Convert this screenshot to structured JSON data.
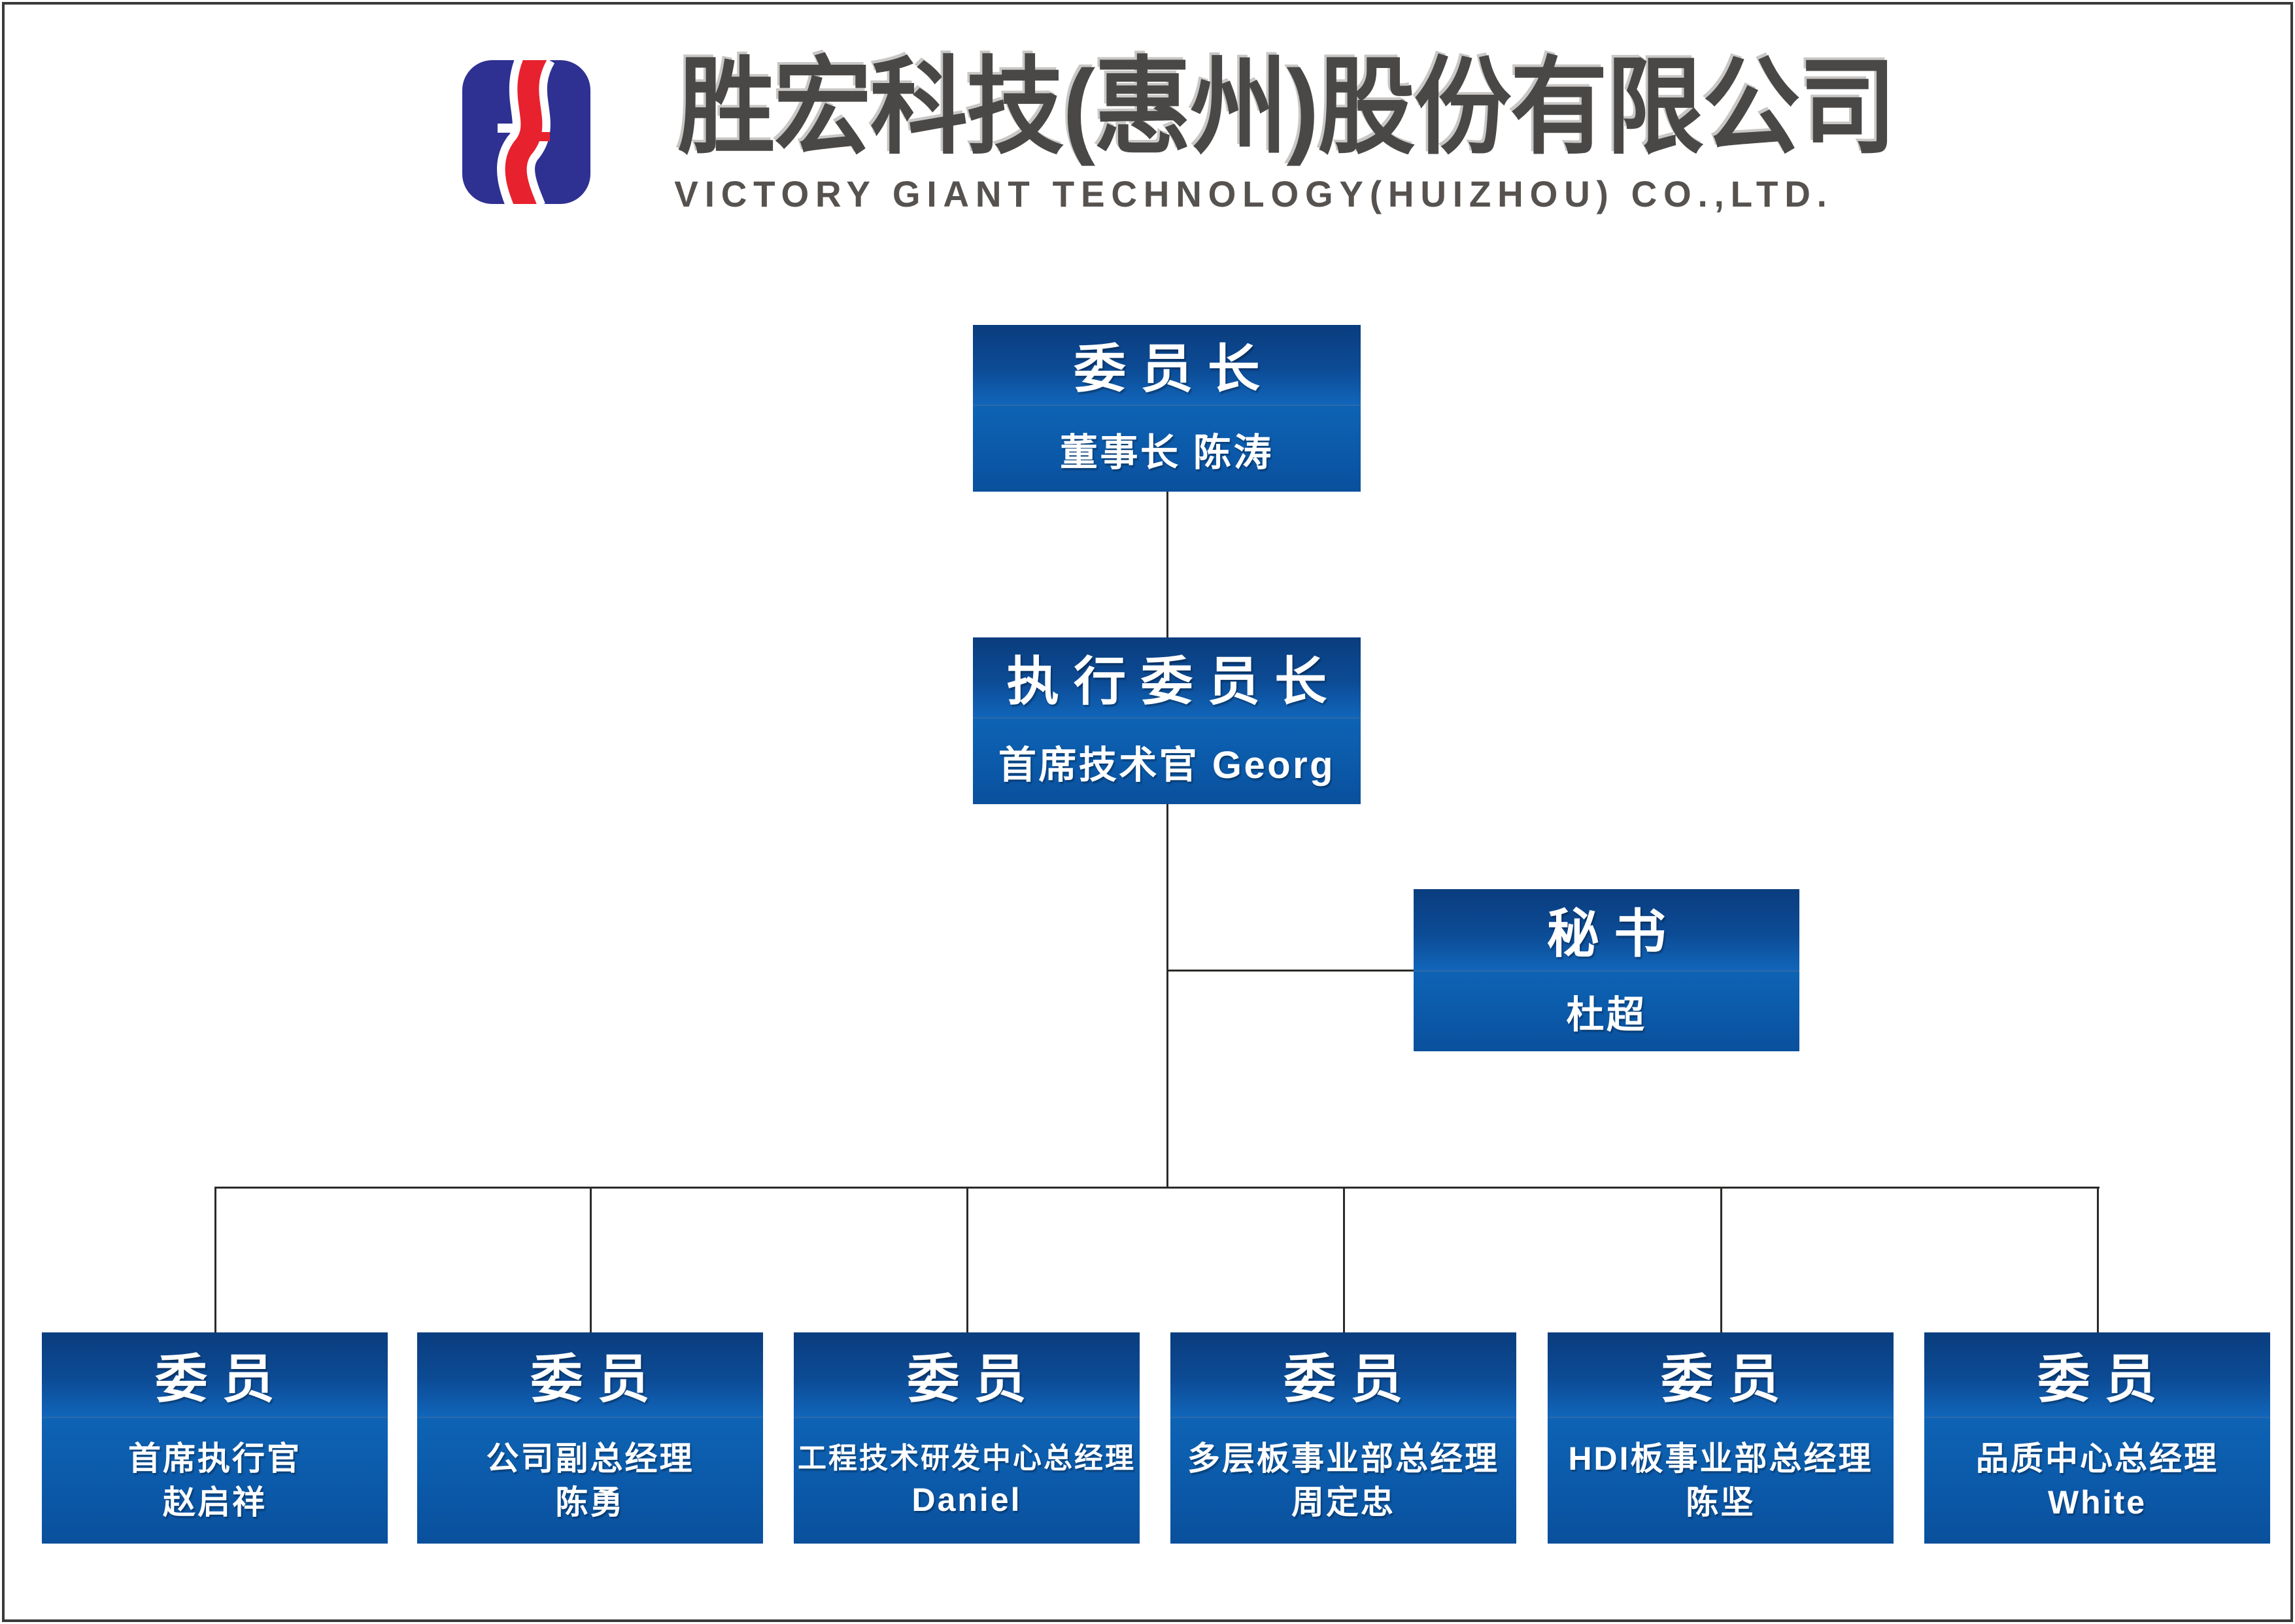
{
  "company": {
    "name_zh": "胜宏科技(惠州)股份有限公司",
    "name_en": "VICTORY GIANT TECHNOLOGY(HUIZHOU) CO.,LTD."
  },
  "logo": {
    "description": "victory-giant-logo",
    "colors": {
      "blue": "#2e3192",
      "red": "#e8212e",
      "white": "#ffffff"
    }
  },
  "org_chart": {
    "chairman": {
      "title": "委员长",
      "subtitle": "董事长 陈涛"
    },
    "executive_chairman": {
      "title": "执行委员长",
      "subtitle": "首席技术官 Georg"
    },
    "secretary": {
      "title": "秘书",
      "subtitle": "杜超"
    },
    "members": [
      {
        "title": "委员",
        "role": "首席执行官",
        "name": "赵启祥"
      },
      {
        "title": "委员",
        "role": "公司副总经理",
        "name": "陈勇"
      },
      {
        "title": "委员",
        "role": "工程技术研发中心总经理",
        "name": "Daniel"
      },
      {
        "title": "委员",
        "role": "多层板事业部总经理",
        "name": "周定忠"
      },
      {
        "title": "委员",
        "role": "HDI板事业部总经理",
        "name": "陈坚"
      },
      {
        "title": "委员",
        "role": "品质中心总经理",
        "name": "White"
      }
    ]
  },
  "colors": {
    "box_gradient_top": "#0a3d7e",
    "box_gradient_mid": "#1165ba",
    "box_gradient_bottom": "#0a509c",
    "connector": "#2b2a28",
    "frame_border": "#3a3a3c",
    "title_text": "#4a4846",
    "subtitle_text": "#56524f"
  }
}
